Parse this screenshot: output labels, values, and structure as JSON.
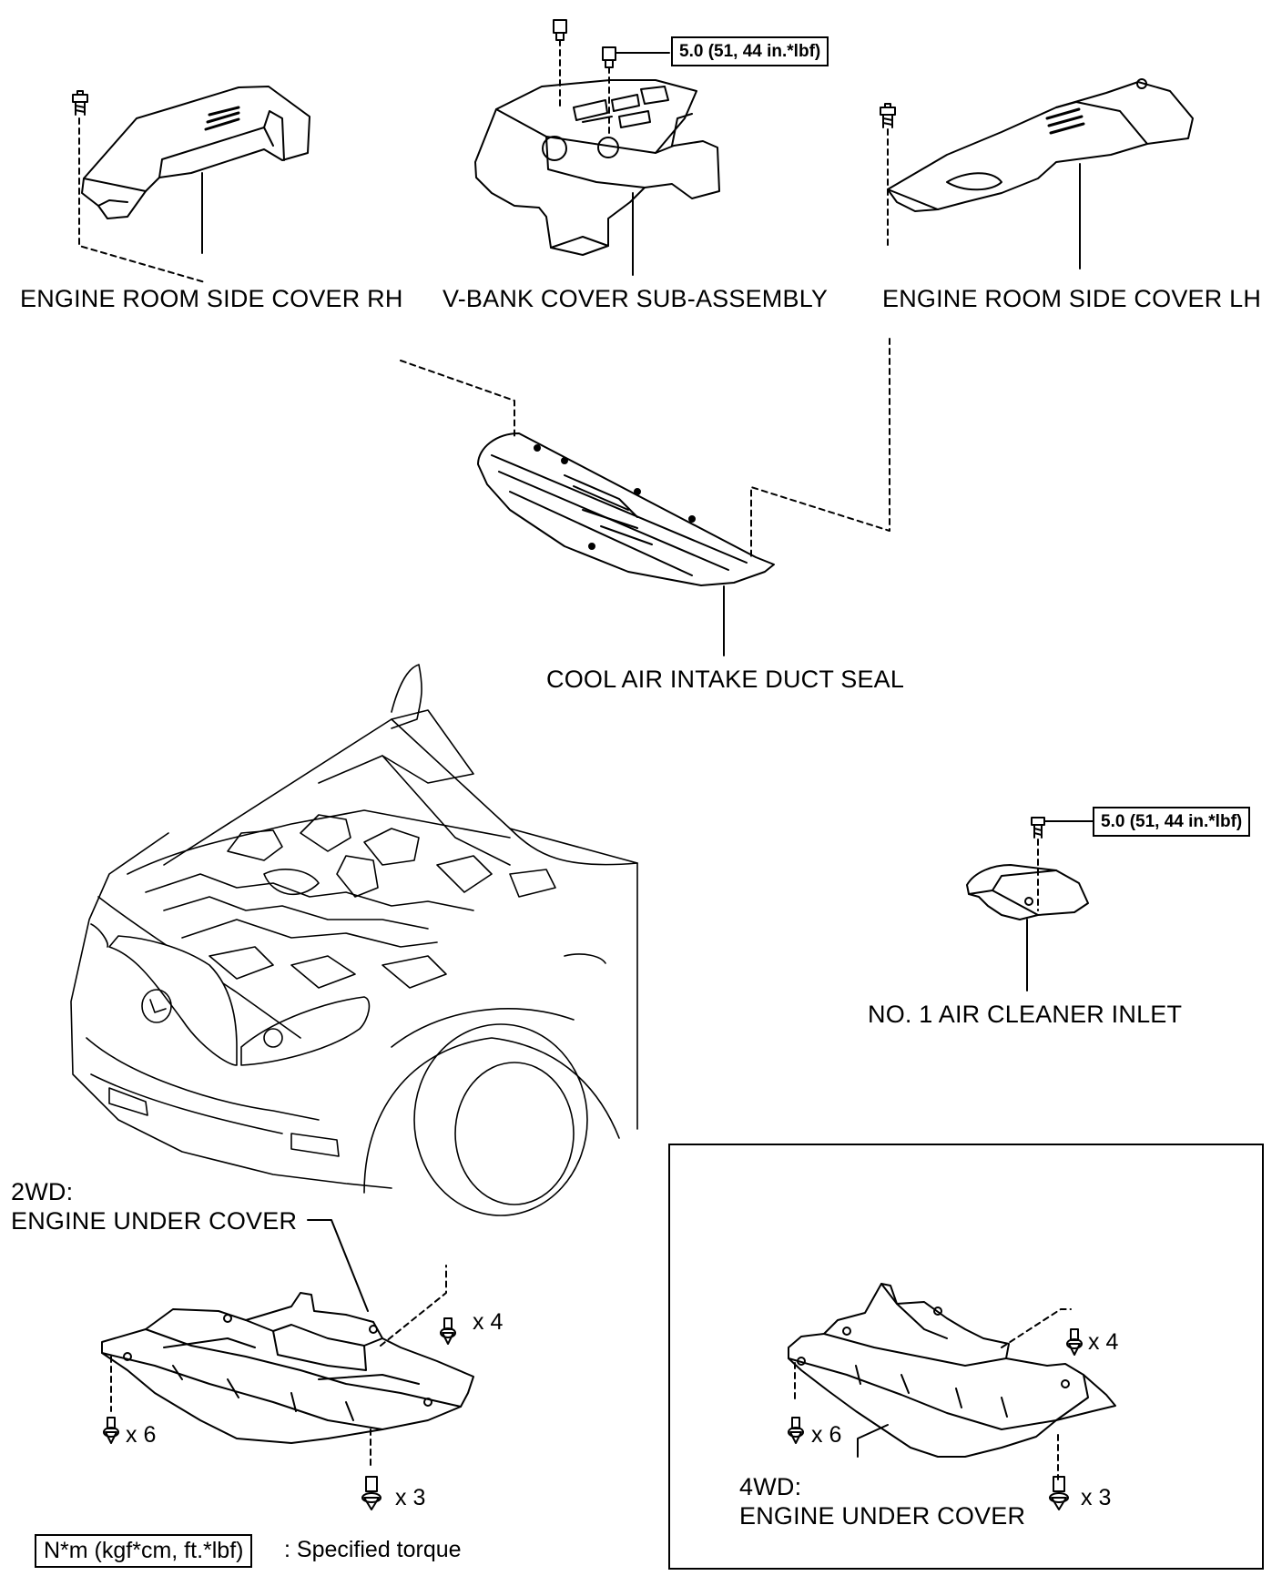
{
  "labels": {
    "side_cover_rh": "ENGINE ROOM SIDE COVER RH",
    "vbank_cover": "V-BANK COVER SUB-ASSEMBLY",
    "side_cover_lh": "ENGINE ROOM SIDE COVER LH",
    "intake_duct_seal": "COOL AIR INTAKE DUCT SEAL",
    "air_cleaner_inlet": "NO. 1 AIR CLEANER INLET",
    "under_cover_2wd_variant": "2WD:",
    "under_cover_2wd_name": "ENGINE UNDER COVER",
    "under_cover_4wd_variant": "4WD:",
    "under_cover_4wd_name": "ENGINE UNDER COVER"
  },
  "torque": {
    "vbank": "5.0 (51, 44 in.*lbf)",
    "air_cleaner": "5.0 (51, 44 in.*lbf)"
  },
  "fasteners": {
    "wd2": {
      "upper_right": "x 4",
      "left": "x 6",
      "bottom": "x 3"
    },
    "wd4": {
      "upper_right": "x 4",
      "left": "x 6",
      "bottom": "x 3"
    }
  },
  "legend": {
    "unit_box": "N*m (kgf*cm, ft.*lbf)",
    "meaning": ": Specified torque"
  },
  "colors": {
    "line": "#000000",
    "background": "#ffffff"
  }
}
